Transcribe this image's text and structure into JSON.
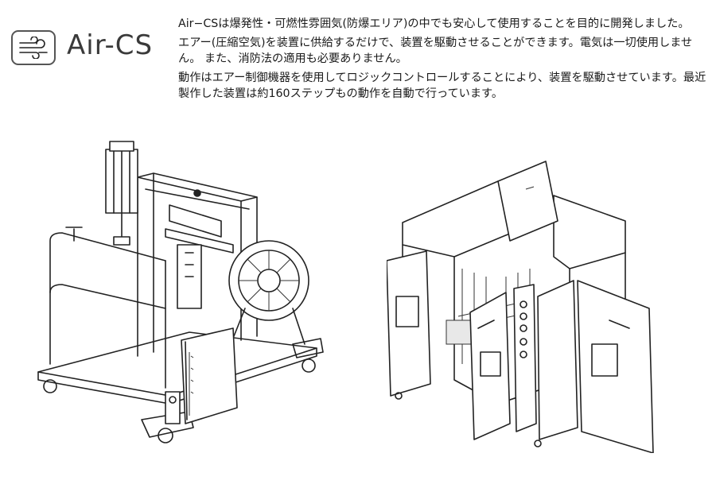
{
  "brand": {
    "name": "Air-CS",
    "icon": "wind-icon"
  },
  "description": {
    "paragraphs": [
      "Air−CSは爆発性・可燃性雰囲気(防爆エリア)の中でも安心して使用することを目的に開発しました。",
      "エアー(圧縮空気)を装置に供給するだけで、装置を駆動させることができます。電気は一切使用しません。 また、消防法の適用も必要ありません。",
      "動作はエアー制御機器を使用してロジックコントロールすることにより、装置を駆動させています。最近製作した装置は約160ステップもの動作を自動で行っています。"
    ]
  },
  "illustrations": {
    "left": "machine-frame-illustration",
    "right": "cabinet-illustration"
  }
}
